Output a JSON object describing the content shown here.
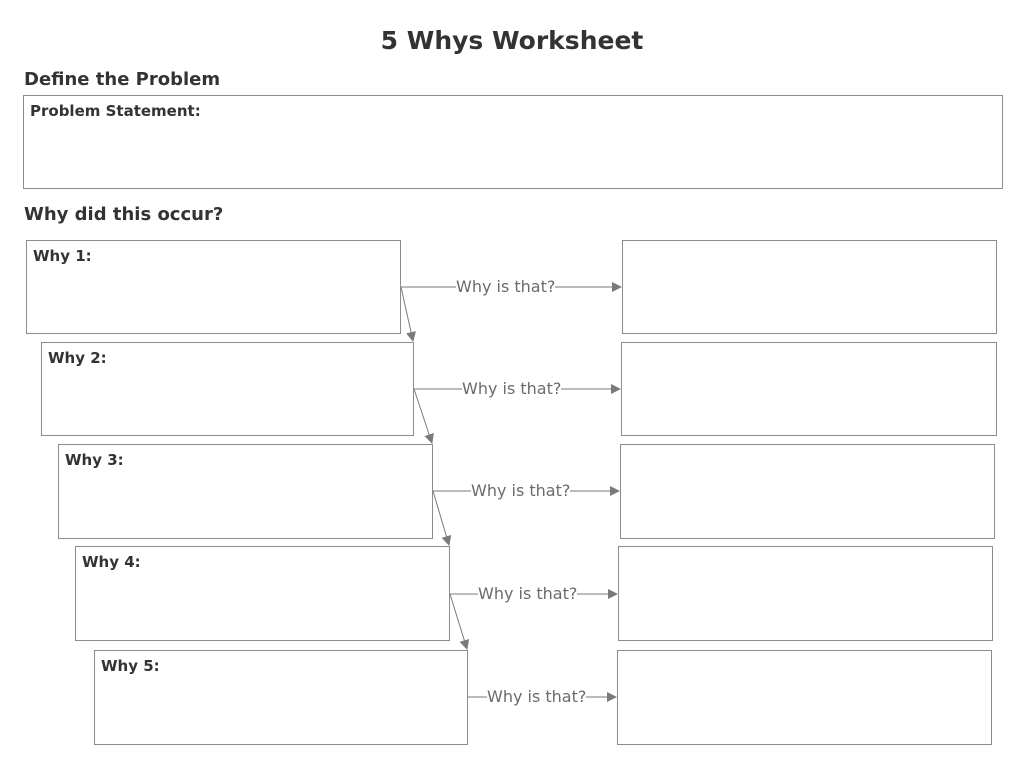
{
  "title": "5 Whys Worksheet",
  "define_section": {
    "heading": "Define the Problem",
    "problem_label": "Problem Statement:",
    "problem_value": ""
  },
  "why_section": {
    "heading": "Why did this occur?",
    "steps": [
      {
        "label": "Why 1:",
        "connector": "Why is that?",
        "answer": ""
      },
      {
        "label": "Why 2:",
        "connector": "Why is that?",
        "answer": ""
      },
      {
        "label": "Why 3:",
        "connector": "Why is that?",
        "answer": ""
      },
      {
        "label": "Why 4:",
        "connector": "Why is that?",
        "answer": ""
      },
      {
        "label": "Why 5:",
        "connector": "Why is that?",
        "answer": ""
      }
    ]
  },
  "colors": {
    "border": "#8c8c8c",
    "arrow": "#7a7a7a",
    "heading_text": "#333333",
    "connector_text": "#6b6b6b"
  }
}
